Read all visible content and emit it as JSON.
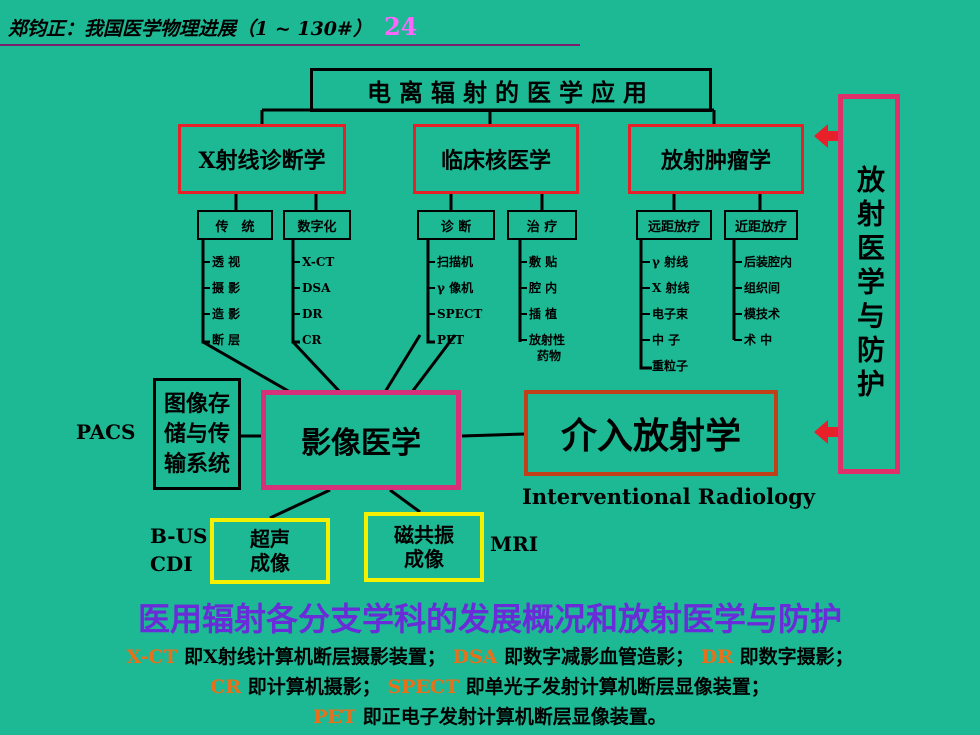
{
  "header": {
    "text": "郑钧正：我国医学物理进展（1 ~ 130#）",
    "page_number": "24"
  },
  "top_title": "电离辐射的医学应用",
  "branches": [
    {
      "title": "X射线诊断学",
      "subs": [
        {
          "label": "传　统",
          "items": [
            "透 视",
            "摄 影",
            "造 影",
            "断 层"
          ]
        },
        {
          "label": "数字化",
          "items": [
            "X-CT",
            "DSA",
            "DR",
            "CR"
          ]
        }
      ]
    },
    {
      "title": "临床核医学",
      "subs": [
        {
          "label": "诊 断",
          "items": [
            "扫描机",
            "γ 像机",
            "SPECT",
            "PET"
          ]
        },
        {
          "label": "治 疗",
          "items": [
            "敷 贴",
            "腔 内",
            "插 植",
            "放射性",
            "药物"
          ]
        }
      ]
    },
    {
      "title": "放射肿瘤学",
      "subs": [
        {
          "label": "远距放疗",
          "items": [
            "γ 射线",
            "X 射线",
            "电子束",
            "中 子",
            "重粒子"
          ]
        },
        {
          "label": "近距放疗",
          "items": [
            "后装腔内",
            "组织间",
            "模技术",
            "术 中"
          ]
        }
      ]
    }
  ],
  "side_box": "放射医学与防护",
  "imaging": "影像医学",
  "interventional": {
    "title": "介入放射学",
    "english": "Interventional Radiology"
  },
  "pacs": {
    "label": "PACS",
    "box": [
      "图像存",
      "储与传",
      "输系统"
    ]
  },
  "ultrasound": {
    "labels": [
      "B-US",
      "CDI"
    ],
    "box": [
      "超声",
      "成像"
    ]
  },
  "mri": {
    "label": "MRI",
    "box": [
      "磁共振",
      "成像"
    ]
  },
  "main_title": "医用辐射各分支学科的发展概况和放射医学与防护",
  "notes": {
    "xct_abbr": "X-CT",
    "xct_text": " 即X射线计算机断层摄影装置；",
    "dsa_abbr": "DSA",
    "dsa_text": " 即数字减影血管造影；",
    "dr_abbr": "DR",
    "dr_text": " 即数字摄影；",
    "cr_abbr": "CR",
    "cr_text": " 即计算机摄影；",
    "spect_abbr": "SPECT",
    "spect_text": " 即单光子发射计算机断层显像装置；",
    "pet_abbr": "PET",
    "pet_text": " 即正电子发射计算机断层显像装置。"
  },
  "colors": {
    "background": "#1db894",
    "red": "#e8202a",
    "magenta": "#e0306a",
    "orange": "#c0401a",
    "yellow": "#f5f000",
    "purple": "#6a2cd8",
    "abbr": "#e8701a"
  }
}
